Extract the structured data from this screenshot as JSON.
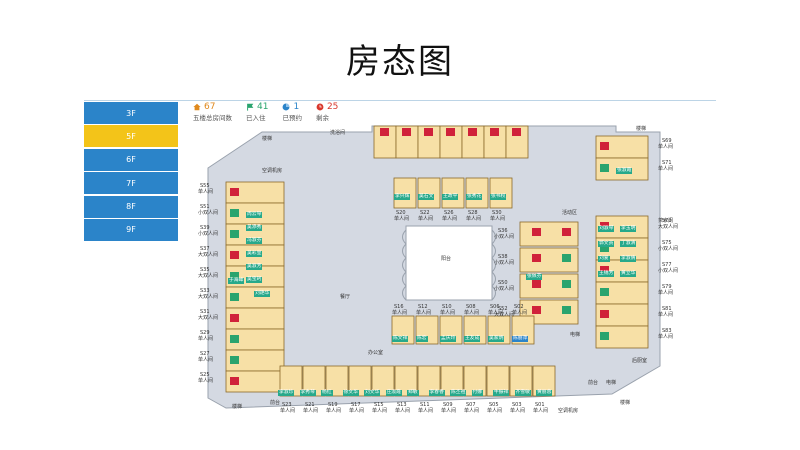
{
  "page": {
    "title": "房态图"
  },
  "floors": [
    "3F",
    "5F",
    "6F",
    "7F",
    "8F",
    "9F"
  ],
  "active_floor": "5F",
  "stats": [
    {
      "value": "67",
      "label": "五楼总房间数",
      "color": "#e08a1e",
      "icon": "home-icon"
    },
    {
      "value": "41",
      "label": "已入住",
      "color": "#2aa46e",
      "icon": "flag-icon"
    },
    {
      "value": "1",
      "label": "已预约",
      "color": "#2b84c9",
      "icon": "pie-icon"
    },
    {
      "value": "25",
      "label": "剩余",
      "color": "#d9382d",
      "icon": "clock-icon"
    }
  ],
  "areas": {
    "stair": "楼梯",
    "bath": "洗浴间",
    "ac": "空调机房",
    "activity": "活动区",
    "tea": "茶水间",
    "balcony": "阳台",
    "hall": "餐厅",
    "office": "办公室",
    "elevator": "电梯",
    "reception": "前台",
    "dining": "后厨室",
    "corridor": "空调机房"
  },
  "left_rooms": [
    {
      "no": "S55",
      "type": "单人间"
    },
    {
      "no": "S51",
      "type": "小双人间"
    },
    {
      "no": "S39",
      "type": "小双人间"
    },
    {
      "no": "S37",
      "type": "大双人间"
    },
    {
      "no": "S35",
      "type": "大双人间"
    },
    {
      "no": "S33",
      "type": "大双人间"
    },
    {
      "no": "S31",
      "type": "大双人间"
    },
    {
      "no": "S29",
      "type": "单人间"
    },
    {
      "no": "S27",
      "type": "单人间"
    },
    {
      "no": "S25",
      "type": "单人间"
    }
  ],
  "left_names": [
    "周云琴",
    "吴添秀",
    "冯淑芬",
    "吴彩皇",
    "吴淑芳",
    "吴宝珂",
    "于海峰",
    "刘艳华"
  ],
  "right_rooms": [
    {
      "no": "S69",
      "type": "单人间"
    },
    {
      "no": "S71",
      "type": "单人间"
    },
    {
      "no": "S73",
      "type": "大双人间"
    },
    {
      "no": "S75",
      "type": "小双人间"
    },
    {
      "no": "S77",
      "type": "小双人间"
    },
    {
      "no": "S79",
      "type": "单人间"
    },
    {
      "no": "S81",
      "type": "单人间"
    },
    {
      "no": "S83",
      "type": "单人间"
    }
  ],
  "right_names": [
    "张淑霞",
    "刘淑琴",
    "李玉明",
    "郭文员",
    "丁淑清",
    "刘爱",
    "李淑倩",
    "王锦芳",
    "黄立华"
  ],
  "inner_top_rooms": [
    {
      "no": "S20",
      "type": "单人间"
    },
    {
      "no": "S22",
      "type": "单人间"
    },
    {
      "no": "S26",
      "type": "单人间"
    },
    {
      "no": "S28",
      "type": "单人间"
    },
    {
      "no": "S30",
      "type": "单人间"
    }
  ],
  "inner_top_names": [
    "李兴辉",
    "吴石文",
    "王政平",
    "张秀花",
    "张书权"
  ],
  "inner_right_rooms": [
    {
      "no": "S36",
      "type": "小双人间"
    },
    {
      "no": "S38",
      "type": "小双人间"
    },
    {
      "no": "S50",
      "type": "小双人间"
    },
    {
      "no": "S52",
      "type": "大双人间"
    }
  ],
  "inner_right_names": [
    "张佩芬"
  ],
  "inner_bottom_rooms": [
    {
      "no": "S16",
      "type": "单人间"
    },
    {
      "no": "S12",
      "type": "单人间"
    },
    {
      "no": "S10",
      "type": "单人间"
    },
    {
      "no": "S08",
      "type": "单人间"
    },
    {
      "no": "S06",
      "type": "单人间"
    },
    {
      "no": "S02",
      "type": "单人间"
    }
  ],
  "inner_bottom_names": [
    "陈文祥",
    "陈宏",
    "孟庆玲",
    "王友成",
    "吴家炳",
    "陈丽萍"
  ],
  "bottom_rooms": [
    {
      "no": "S23",
      "type": "单人间"
    },
    {
      "no": "S21",
      "type": "单人间"
    },
    {
      "no": "S19",
      "type": "单人间"
    },
    {
      "no": "S17",
      "type": "单人间"
    },
    {
      "no": "S15",
      "type": "单人间"
    },
    {
      "no": "S13",
      "type": "单人间"
    },
    {
      "no": "S11",
      "type": "单人间"
    },
    {
      "no": "S09",
      "type": "单人间"
    },
    {
      "no": "S07",
      "type": "单人间"
    },
    {
      "no": "S05",
      "type": "单人间"
    },
    {
      "no": "S03",
      "type": "单人间"
    },
    {
      "no": "S01",
      "type": "单人间"
    }
  ],
  "bottom_names": [
    "李淑珍",
    "李秀琴",
    "杨红",
    "徐文华",
    "刘文华",
    "庄淑霞",
    "郑敏",
    "李春香",
    "陈丕祖",
    "付娜",
    "牛振祥",
    "齐雪敏",
    "黄丽蓉"
  ]
}
